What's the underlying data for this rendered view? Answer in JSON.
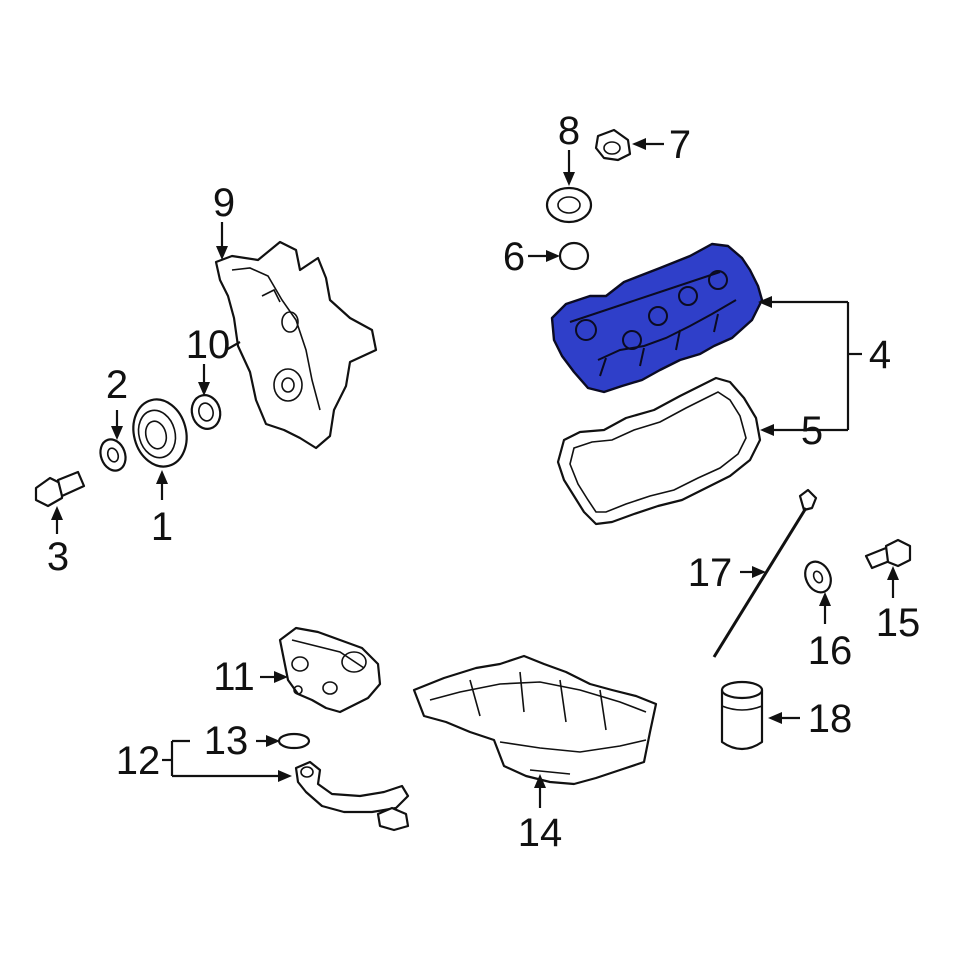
{
  "diagram": {
    "highlight_color": "#2f3fc9",
    "callouts": {
      "p1": "1",
      "p2": "2",
      "p3": "3",
      "p4": "4",
      "p5": "5",
      "p6": "6",
      "p7": "7",
      "p8": "8",
      "p9": "9",
      "p10": "10",
      "p11": "11",
      "p12": "12",
      "p13": "13",
      "p14": "14",
      "p15": "15",
      "p16": "16",
      "p17": "17",
      "p18": "18"
    }
  }
}
